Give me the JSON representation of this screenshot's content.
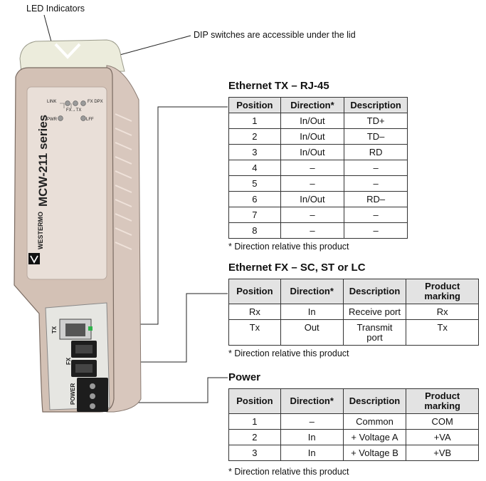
{
  "callouts": {
    "led": "LED Indicators",
    "dip": "DIP switches are accessible under the lid"
  },
  "device": {
    "series_label": "MCW-211 series",
    "brand": "WESTERMO",
    "leds": {
      "link": "LINK",
      "fx_tx": "FX→TX",
      "fx_dpx": "FX DPX",
      "pwr": "PWR",
      "lff": "LFF"
    },
    "port_labels": {
      "tx": "TX",
      "fx": "FX",
      "power": "POWER"
    }
  },
  "sections": [
    {
      "title": "Ethernet TX – RJ-45",
      "headers": [
        "Position",
        "Direction*",
        "Description"
      ],
      "rows": [
        [
          "1",
          "In/Out",
          "TD+"
        ],
        [
          "2",
          "In/Out",
          "TD–"
        ],
        [
          "3",
          "In/Out",
          "RD"
        ],
        [
          "4",
          "–",
          "–"
        ],
        [
          "5",
          "–",
          "–"
        ],
        [
          "6",
          "In/Out",
          "RD–"
        ],
        [
          "7",
          "–",
          "–"
        ],
        [
          "8",
          "–",
          "–"
        ]
      ],
      "footnote": "* Direction relative this product"
    },
    {
      "title": "Ethernet FX – SC, ST or LC",
      "headers": [
        "Position",
        "Direction*",
        "Description",
        "Product marking"
      ],
      "rows": [
        [
          "Rx",
          "In",
          "Receive port",
          "Rx"
        ],
        [
          "Tx",
          "Out",
          "Transmit port",
          "Tx"
        ]
      ],
      "footnote": "* Direction relative this product"
    },
    {
      "title": "Power",
      "headers": [
        "Position",
        "Direction*",
        "Description",
        "Product marking"
      ],
      "rows": [
        [
          "1",
          "–",
          "Common",
          "COM"
        ],
        [
          "2",
          "In",
          "+ Voltage A",
          "+VA"
        ],
        [
          "3",
          "In",
          "+ Voltage B",
          "+VB"
        ]
      ],
      "footnote": "* Direction relative this product"
    }
  ]
}
